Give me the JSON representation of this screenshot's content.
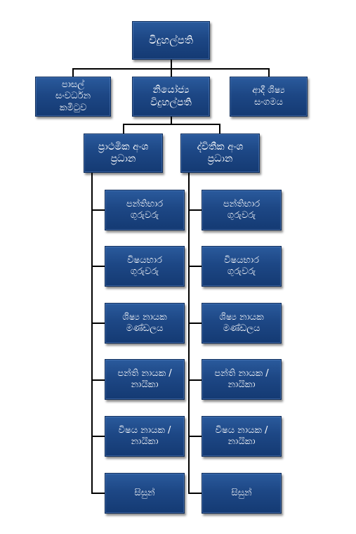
{
  "org_chart": {
    "principal": "විදුහල්පති",
    "school_dev_committee": "පාසල්\nසංවර්ධන\nකමිටුව",
    "deputy_principal": "නියෝජ්‍ය\nවිදුහල්පති",
    "past_pupils": "ආදී ශිෂ්‍ය\nසංගමය",
    "primary_head": "ප්‍රාථමික අංශ\nප්‍රධාන",
    "secondary_head": "ද්විතීක අංශ\nප්‍රධාන",
    "primary_children": [
      "පන්තිභාර\nගුරුවරු",
      "විෂයභාර\nගුරුවරු",
      "ශිෂ්‍ය නායක\nමණ්ඩලය",
      "පන්ති නායක /\nනායිකා",
      "විෂය නායක /\nනායිකා",
      "සිසුන්"
    ],
    "secondary_children": [
      "පන්තිභාර\nගුරුවරු",
      "විෂයභාර\nගුරුවරු",
      "ශිෂ්‍ය නායක\nමණ්ඩලය",
      "පන්ති නායක /\nනායිකා",
      "විෂය නායක /\nනායිකා",
      "සිසුන්"
    ]
  }
}
